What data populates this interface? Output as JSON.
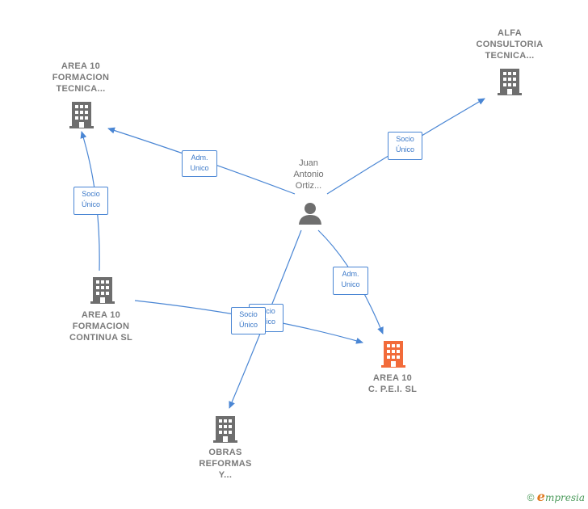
{
  "colors": {
    "edge": "#4a86d4",
    "company": "#6e6e6e",
    "highlight": "#f26b3a",
    "person": "#6e6e6e"
  },
  "nodes": {
    "area10_formacion_tecnica": {
      "name": "AREA 10\nFORMACION\nTECNICA...",
      "icon": "building-icon"
    },
    "alfa_consultoria": {
      "name": "ALFA\nCONSULTORIA\nTECNICA...",
      "icon": "building-icon"
    },
    "juan_antonio": {
      "name": "Juan\nAntonio\nOrtiz...",
      "icon": "person-icon"
    },
    "area10_formacion_continua": {
      "name": "AREA 10\nFORMACION\nCONTINUA  SL",
      "icon": "building-icon"
    },
    "area10_cpei": {
      "name": "AREA 10\nC. P.E.I.  SL",
      "icon": "building-icon"
    },
    "obras_reformas": {
      "name": "OBRAS\nREFORMAS\nY...",
      "icon": "building-icon"
    }
  },
  "edges": {
    "adm1": "Adm.\nUnico",
    "socio1": "Socio\nÚnico",
    "socio2": "Socio\nÚnico",
    "adm2": "Adm.\nUnico",
    "socio3": "Socio\nÚnico",
    "socio4": "Socio\nÚnico"
  },
  "footer": {
    "copyright": "©",
    "brand_initial": "e",
    "brand_rest": "mpresia"
  }
}
